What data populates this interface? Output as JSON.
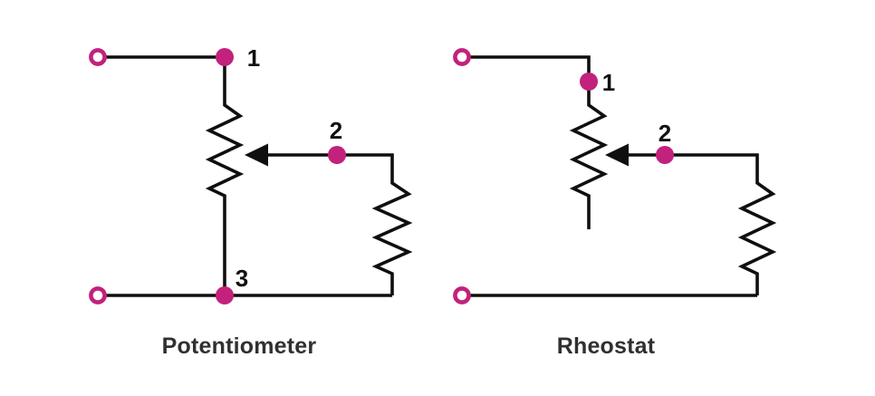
{
  "colors": {
    "accent": "#C2217C",
    "wire": "#0F0F0F",
    "title_text": "#303030",
    "number_text": "#111111",
    "background": "#FFFFFF"
  },
  "diagrams": [
    {
      "label": "Potentiometer",
      "terminals": [
        "1",
        "2",
        "3"
      ]
    },
    {
      "label": "Rheostat",
      "terminals": [
        "1",
        "2"
      ]
    }
  ]
}
